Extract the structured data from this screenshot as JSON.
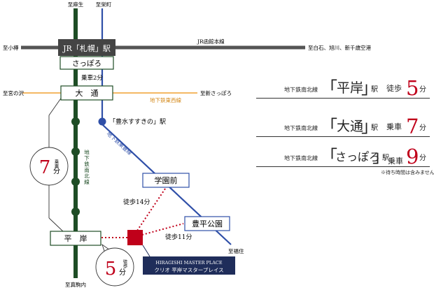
{
  "map": {
    "directions": {
      "top_asabu": "至麻生",
      "top_eiwamachi": "至栄町",
      "left_otaru": "至小樽",
      "right_shiraishi": "至白石、旭川、新千歳空港",
      "left_miyanosawa": "至宮の沢",
      "right_shinsapporo": "至新さっぽろ",
      "bottom_fukuzumi": "至福住",
      "bottom_makomanai": "至真駒内"
    },
    "lines": {
      "jr_hakodate": "JR函館本線",
      "tozai": "地下鉄東西線",
      "namboku": "地下鉄南北線",
      "toho": "地下鉄東豊線"
    },
    "stations": {
      "jr_sapporo": "JR「札幌」駅",
      "sapporo": "さっぽろ",
      "odori": "大　通",
      "hosui_susukino": "「豊水すすきの」駅",
      "gakuenmae": "学園前",
      "toyohira_koen": "豊平公園",
      "hiragishi": "平　岸"
    },
    "times": {
      "ride_2": "乗車2分",
      "ride_7_label": "乗車",
      "ride_7_num": "7",
      "ride_7_unit": "分",
      "walk_14": "徒歩14分",
      "walk_11": "徒歩11分",
      "walk_5_label": "徒歩",
      "walk_5_num": "5",
      "walk_5_unit": "分"
    },
    "property": {
      "name_en": "HIRAGISHI MASTER PLACE",
      "name_ja": "クリオ 平岸マスタープレイス"
    }
  },
  "access": {
    "rows": [
      {
        "line": "地下鉄南北線",
        "open": "「",
        "station": "平岸",
        "close": "」",
        "eki": "駅",
        "mode": "徒歩",
        "num": "5",
        "unit": "分"
      },
      {
        "line": "地下鉄南北線",
        "open": "「",
        "station": "大通",
        "close": "」",
        "eki": "駅",
        "mode": "乗車",
        "num": "7",
        "unit": "分"
      },
      {
        "line": "地下鉄南北線",
        "open": "「",
        "station": "さっぽろ",
        "close": "」",
        "eki": "駅",
        "mode": "乗車",
        "num": "9",
        "unit": "分"
      }
    ],
    "note": "※待ち時間は含みません。"
  },
  "colors": {
    "jr": "#555555",
    "namboku": "#1e4d25",
    "tozai": "#f0a030",
    "toho": "#2f4fa8",
    "accent": "#c0001a",
    "property": "#1f2d5a"
  }
}
